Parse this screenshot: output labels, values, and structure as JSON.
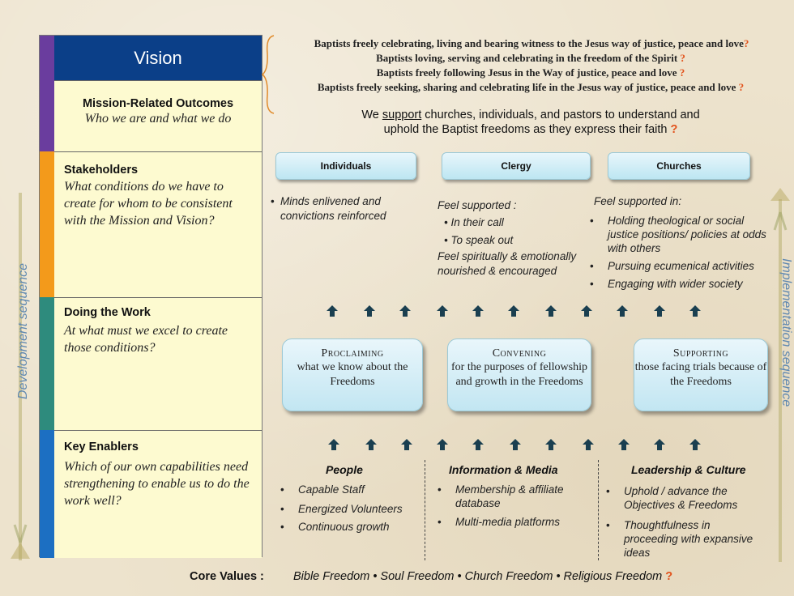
{
  "left": {
    "vision": "Vision",
    "mission_title": "Mission-Related Outcomes",
    "mission_sub": "Who we are and what we do",
    "stakeholders_title": "Stakeholders",
    "stakeholders_sub": "What conditions do we have to create for whom to be consistent with the Mission and Vision?",
    "doing_title": "Doing the Work",
    "doing_sub": "At what must we excel to create those conditions?",
    "enablers_title": "Key Enablers",
    "enablers_sub": "Which of our own capabilities need strengthening to enable us to do the work well?"
  },
  "side": {
    "left_label": "Development sequence",
    "right_label": "Implementation sequence"
  },
  "vision_lines": [
    "Baptists freely celebrating, living and bearing witness to the Jesus way of justice, peace and love",
    "Baptists loving, serving and celebrating in the freedom of the Spirit ",
    "Baptists freely following Jesus in the Way of justice, peace and love ",
    "Baptists freely seeking, sharing and celebrating life in the Jesus way of justice, peace and love "
  ],
  "qmark": "?",
  "mission": {
    "pre": "We ",
    "underlined": "support",
    "line1_rest": " churches, individuals, and pastors to understand and",
    "line2": "uphold the Baptist freedoms as they express their faith "
  },
  "stakeholders": {
    "individuals": "Individuals",
    "clergy": "Clergy",
    "churches": "Churches"
  },
  "individuals_text": "Minds enlivened and convictions reinforced",
  "clergy": {
    "head": "Feel supported :",
    "b1": "• In their call",
    "b2": "• To speak out",
    "tail": "Feel spiritually & emotionally nourished & encouraged"
  },
  "churches": {
    "head": "Feel supported in:",
    "items": [
      "Holding theological or social justice positions/ policies at odds with others",
      "Pursuing ecumenical activities",
      "Engaging with wider society"
    ]
  },
  "work": [
    {
      "title": "Proclaiming",
      "desc": "what we know about the Freedoms"
    },
    {
      "title": "Convening",
      "desc": "for the purposes of fellowship and growth in the Freedoms"
    },
    {
      "title": "Supporting",
      "desc": "those facing trials because of the Freedoms"
    }
  ],
  "enablers": {
    "people_title": "People",
    "people": [
      "Capable Staff",
      "Energized Volunteers",
      "Continuous growth"
    ],
    "info_title": "Information & Media",
    "info": [
      "Membership & affiliate database",
      "Multi-media platforms"
    ],
    "lead_title": "Leadership & Culture",
    "lead": [
      "Uphold / advance the Objectives & Freedoms",
      "Thoughtfulness in proceeding with expansive ideas"
    ]
  },
  "core": {
    "label": "Core Values :",
    "values": "Bible Freedom • Soul Freedom • Church Freedom • Religious Freedom "
  },
  "colors": {
    "vision_blue": "#0b3f88",
    "purple": "#6a3d9e",
    "orange": "#f39a1b",
    "teal": "#2e8b7d",
    "blue": "#1c6fc2",
    "cell_yellow": "#fdfad0",
    "qmark": "#e2521b"
  }
}
